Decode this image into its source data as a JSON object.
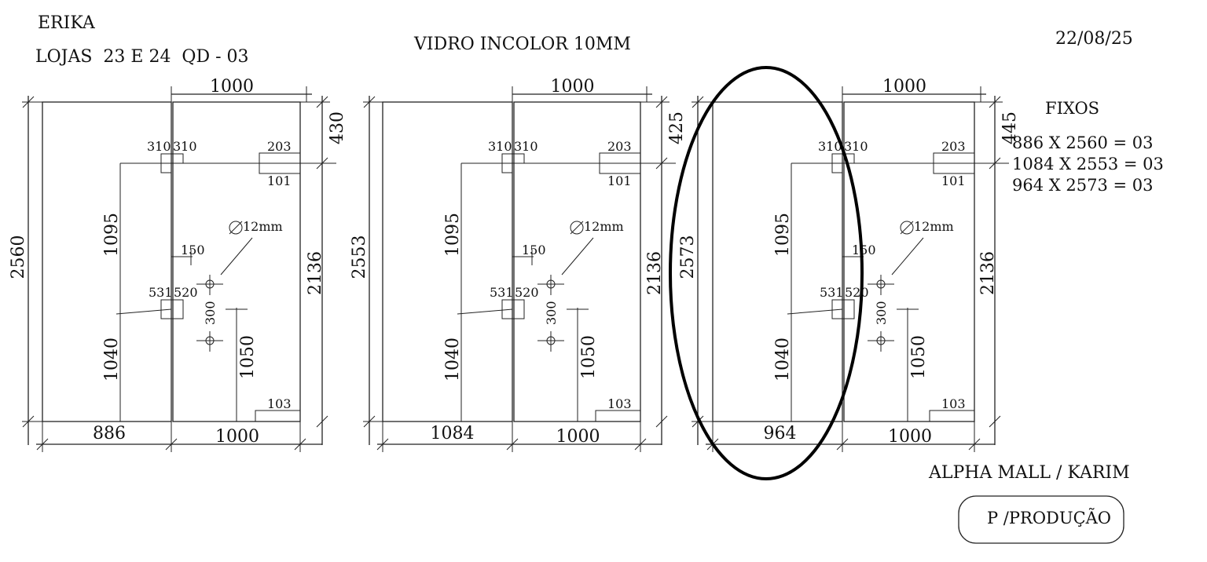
{
  "header": {
    "client": "ERIKA",
    "location": "LOJAS  23 E 24  QD - 03",
    "material": "VIDRO INCOLOR 10MM",
    "date": "22/08/25"
  },
  "legend": {
    "title": "FIXOS",
    "lines": [
      "886 X 2560 = 03",
      "1084 X 2553 = 03",
      "964 X 2573 = 03"
    ]
  },
  "footer": {
    "project": "ALPHA MALL / KARIM",
    "stamp": "P /PRODUÇÃO"
  },
  "panels": [
    {
      "fixed_width": "886",
      "door_width": "1000",
      "door_top_width": "1000",
      "total_height": "2560",
      "door_height": "2136",
      "top_gap": "430",
      "hinge_top_left": "310",
      "hinge_top_right": "310",
      "hinge_mid_left": "531",
      "hinge_mid_right": "520",
      "lock_top": "203",
      "lock_bottom": "101",
      "bottom_fitting": "103",
      "upper_height": "1095",
      "lower_height": "1040",
      "handle_height": "1050",
      "handle_offset": "150",
      "handle_spacing": "300",
      "hole": "12mm"
    },
    {
      "fixed_width": "1084",
      "door_width": "1000",
      "door_top_width": "1000",
      "total_height": "2553",
      "door_height": "2136",
      "top_gap": "425",
      "hinge_top_left": "310",
      "hinge_top_right": "310",
      "hinge_mid_left": "531",
      "hinge_mid_right": "520",
      "lock_top": "203",
      "lock_bottom": "101",
      "bottom_fitting": "103",
      "upper_height": "1095",
      "lower_height": "1040",
      "handle_height": "1050",
      "handle_offset": "150",
      "handle_spacing": "300",
      "hole": "12mm"
    },
    {
      "fixed_width": "964",
      "door_width": "1000",
      "door_top_width": "1000",
      "total_height": "2573",
      "door_height": "2136",
      "top_gap": "445",
      "hinge_top_left": "310",
      "hinge_top_right": "310",
      "hinge_mid_left": "531",
      "hinge_mid_right": "520",
      "lock_top": "203",
      "lock_bottom": "101",
      "bottom_fitting": "103",
      "upper_height": "1095",
      "lower_height": "1040",
      "handle_height": "1050",
      "handle_offset": "150",
      "handle_spacing": "300",
      "hole": "12mm"
    }
  ]
}
